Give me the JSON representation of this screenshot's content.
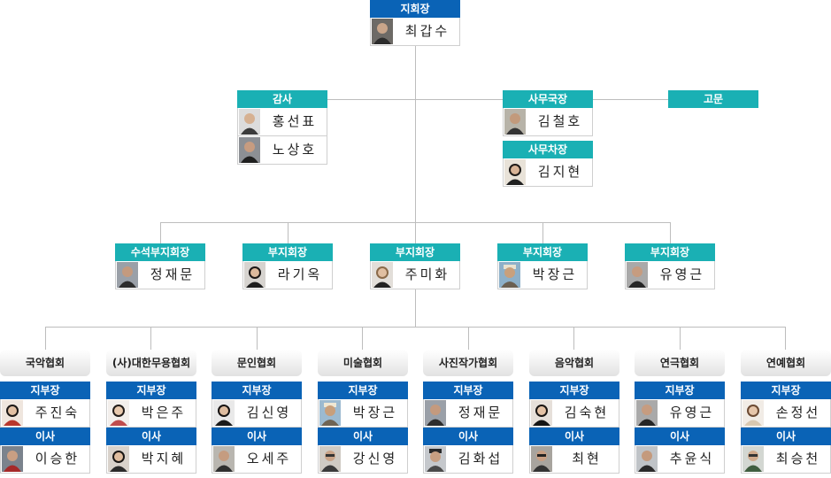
{
  "president": {
    "title": "지회장",
    "name": "최갑수"
  },
  "auditor": {
    "title": "감사",
    "names": [
      "홍선표",
      "노상호"
    ]
  },
  "secretary": {
    "title": "사무국장",
    "name": "김철호"
  },
  "vice_secretary": {
    "title": "사무차장",
    "name": "김지현"
  },
  "advisor": {
    "title": "고문"
  },
  "vice_presidents": [
    {
      "title": "수석부지회장",
      "name": "정재문"
    },
    {
      "title": "부지회장",
      "name": "라기옥"
    },
    {
      "title": "부지회장",
      "name": "주미화"
    },
    {
      "title": "부지회장",
      "name": "박장근"
    },
    {
      "title": "부지회장",
      "name": "유영근"
    }
  ],
  "associations": [
    {
      "name": "국악협회",
      "branch_title": "지부장",
      "branch": "주진숙",
      "director_title": "이사",
      "director": "이승한"
    },
    {
      "name": "(사)대한무용협회",
      "branch_title": "지부장",
      "branch": "박은주",
      "director_title": "이사",
      "director": "박지혜"
    },
    {
      "name": "문인협회",
      "branch_title": "지부장",
      "branch": "김신영",
      "director_title": "이사",
      "director": "오세주"
    },
    {
      "name": "미술협회",
      "branch_title": "지부장",
      "branch": "박장근",
      "director_title": "이사",
      "director": "강신영"
    },
    {
      "name": "사진작가협회",
      "branch_title": "지부장",
      "branch": "정재문",
      "director_title": "이사",
      "director": "김화섭"
    },
    {
      "name": "음악협회",
      "branch_title": "지부장",
      "branch": "김숙현",
      "director_title": "이사",
      "director": "최현"
    },
    {
      "name": "연극협회",
      "branch_title": "지부장",
      "branch": "유영근",
      "director_title": "이사",
      "director": "추윤식"
    },
    {
      "name": "연예협회",
      "branch_title": "지부장",
      "branch": "손정선",
      "director_title": "이사",
      "director": "최승천"
    }
  ],
  "colors": {
    "header_blue": "#0a63b6",
    "header_teal": "#1ab0b4",
    "connector": "#bdbdbd"
  }
}
